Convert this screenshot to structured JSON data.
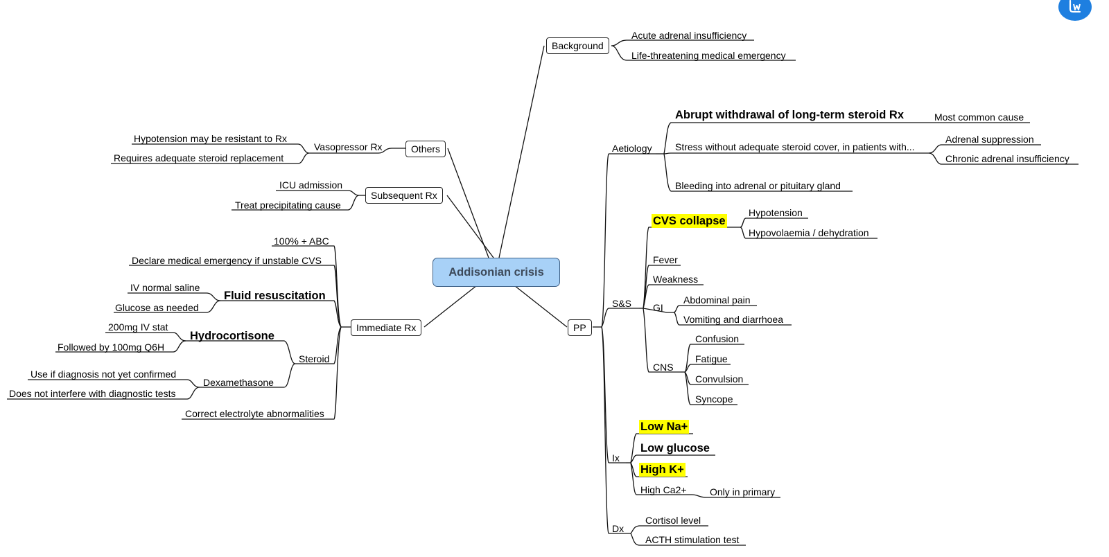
{
  "root": {
    "label": "Addisonian crisis"
  },
  "branches": {
    "background": {
      "label": "Background",
      "items": [
        "Acute adrenal insufficiency",
        "Life-threatening medical emergency"
      ]
    },
    "pp": {
      "label": "PP",
      "aetiology": {
        "label": "Aetiology",
        "abrupt": "Abrupt withdrawal of long-term steroid Rx",
        "most_common": "Most common cause",
        "stress": "Stress without adequate steroid cover, in patients with...",
        "adrenal_suppression": "Adrenal suppression",
        "chronic": "Chronic adrenal insufficiency",
        "bleeding": "Bleeding into adrenal or pituitary gland"
      },
      "sns": {
        "label": "S&S",
        "cvs": "CVS collapse",
        "hypotension": "Hypotension",
        "hypovolaemia": "Hypovolaemia / dehydration",
        "fever": "Fever",
        "weakness": "Weakness",
        "gi": "GI",
        "abdominal_pain": "Abdominal pain",
        "vomiting": "Vomiting and diarrhoea",
        "cns": "CNS",
        "confusion": "Confusion",
        "fatigue": "Fatigue",
        "convulsion": "Convulsion",
        "syncope": "Syncope"
      },
      "ix": {
        "label": "Ix",
        "low_na": "Low Na+",
        "low_glucose": "Low glucose",
        "high_k": "High K+",
        "high_ca": "High Ca2+",
        "only_primary": "Only in primary"
      },
      "dx": {
        "label": "Dx",
        "cortisol": "Cortisol level",
        "acth": "ACTH stimulation test"
      }
    },
    "others": {
      "label": "Others",
      "vasopressor": "Vasopressor Rx",
      "hypotension_resistant": "Hypotension may be resistant to Rx",
      "requires_steroid": "Requires adequate steroid replacement"
    },
    "subsequent": {
      "label": "Subsequent Rx",
      "icu": "ICU admission",
      "treat_cause": "Treat precipitating cause"
    },
    "immediate": {
      "label": "Immediate Rx",
      "abc": "100% + ABC",
      "declare": "Declare medical emergency if unstable CVS",
      "fluid": "Fluid resuscitation",
      "saline": "IV normal saline",
      "glucose": "Glucose as needed",
      "steroid": "Steroid",
      "hydrocortisone": "Hydrocortisone",
      "stat": "200mg IV stat",
      "followed": "Followed by 100mg Q6H",
      "dexamethasone": "Dexamethasone",
      "use_if": "Use if diagnosis not yet confirmed",
      "not_interfere": "Does not interfere with diagnostic tests",
      "electrolyte": "Correct electrolyte abnormalities"
    }
  },
  "colors": {
    "root_fill": "#a8d1f7",
    "highlight": "#ffff00",
    "badge": "#1e7fe0"
  }
}
